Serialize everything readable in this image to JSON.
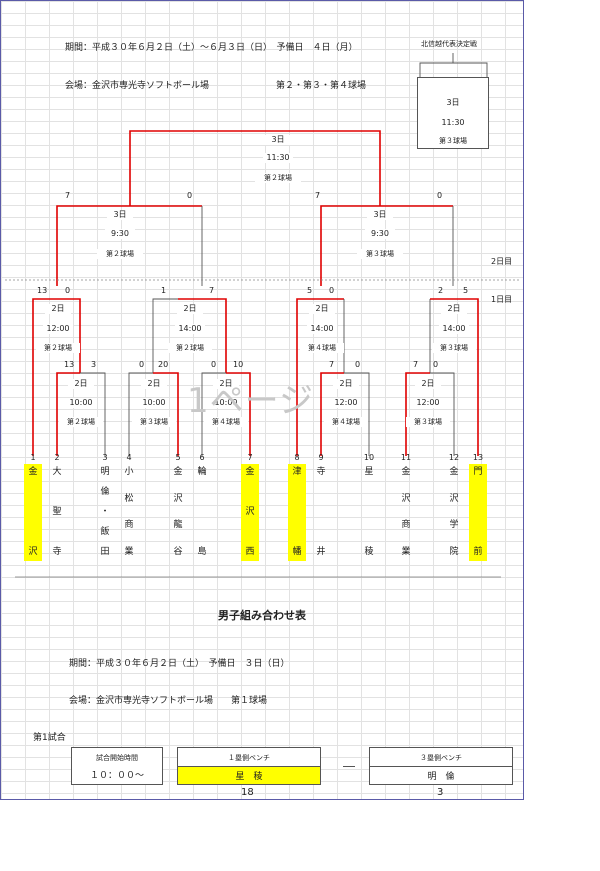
{
  "header": {
    "period": "期間：平成３０年６月２日（土）～６月３日（日）　予備日　４日（月）",
    "venue": "会場：金沢市専光寺ソフトボール場",
    "fields": "第２・第３・第４球場",
    "hokushin_title": "北信越代表決定戦"
  },
  "day_labels": {
    "day2": "2日目",
    "day1": "1日目"
  },
  "hokushin": {
    "date": "3日",
    "time": "11:30",
    "field": "第３球場"
  },
  "final": {
    "date": "3日",
    "time": "11:30",
    "field": "第２球場"
  },
  "semis": [
    {
      "date": "3日",
      "time": "9:30",
      "field": "第２球場",
      "score_left": "7",
      "score_right": "0"
    },
    {
      "date": "3日",
      "time": "9:30",
      "field": "第３球場",
      "score_left": "7",
      "score_right": "0"
    }
  ],
  "qf": [
    {
      "date": "2日",
      "time": "12:00",
      "field": "第２球場",
      "score_left": "13",
      "score_right": "0"
    },
    {
      "date": "2日",
      "time": "14:00",
      "field": "第２球場",
      "score_left": "1",
      "score_right": "7"
    },
    {
      "date": "2日",
      "time": "14:00",
      "field": "第４球場",
      "score_left": "5",
      "score_right": "0"
    },
    {
      "date": "2日",
      "time": "14:00",
      "field": "第３球場",
      "score_left": "2",
      "score_right": "5"
    }
  ],
  "r1": [
    {
      "date": "2日",
      "time": "10:00",
      "field": "第２球場",
      "score_left": "13",
      "score_right": "3"
    },
    {
      "date": "2日",
      "time": "10:00",
      "field": "第３球場",
      "score_left": "0",
      "score_right": "20"
    },
    {
      "date": "2日",
      "time": "10:00",
      "field": "第４球場",
      "score_left": "0",
      "score_right": "10"
    },
    {
      "date": "2日",
      "time": "12:00",
      "field": "第４球場",
      "score_left": "7",
      "score_right": "0"
    },
    {
      "date": "2日",
      "time": "12:00",
      "field": "第３球場",
      "score_left": "7",
      "score_right": "0"
    }
  ],
  "teams": [
    {
      "no": "1",
      "chars": [
        "金",
        "沢"
      ],
      "highlight": true
    },
    {
      "no": "2",
      "chars": [
        "大",
        "聖",
        "寺"
      ],
      "highlight": false
    },
    {
      "no": "3",
      "chars": [
        "明",
        "倫",
        "・",
        "飯",
        "田"
      ],
      "highlight": false
    },
    {
      "no": "4",
      "chars": [
        "小",
        "松",
        "商",
        "業"
      ],
      "highlight": false
    },
    {
      "no": "5",
      "chars": [
        "金",
        "沢",
        "龍",
        "谷"
      ],
      "highlight": false
    },
    {
      "no": "6",
      "chars": [
        "輪",
        "島"
      ],
      "highlight": false
    },
    {
      "no": "7",
      "chars": [
        "金",
        "沢",
        "西"
      ],
      "highlight": true
    },
    {
      "no": "8",
      "chars": [
        "津",
        "幡"
      ],
      "highlight": true
    },
    {
      "no": "9",
      "chars": [
        "寺",
        "井"
      ],
      "highlight": false
    },
    {
      "no": "10",
      "chars": [
        "星",
        "稜"
      ],
      "highlight": false
    },
    {
      "no": "11",
      "chars": [
        "金",
        "沢",
        "商",
        "業"
      ],
      "highlight": false
    },
    {
      "no": "12",
      "chars": [
        "金",
        "沢",
        "学",
        "院"
      ],
      "highlight": false
    },
    {
      "no": "13",
      "chars": [
        "門",
        "前"
      ],
      "highlight": true
    }
  ],
  "watermark": "1ページ",
  "section2": {
    "title": "男子組み合わせ表",
    "period": "期間：平成３０年６月２日（土）　予備日　３日（日）",
    "venue": "会場：金沢市専光寺ソフトボール場　　第１球場",
    "game_label": "第1試合",
    "start_time_header": "試合開始時間",
    "start_time": "１０：００～",
    "bench1_header": "１塁側ベンチ",
    "bench1_team": "星　稜",
    "bench3_header": "３塁側ベンチ",
    "bench3_team": "明　倫",
    "score1": "18",
    "score3": "3"
  },
  "colors": {
    "winner_line": "#e00000",
    "line": "#555555",
    "highlight": "#ffff00",
    "border": "#5a5aa8"
  }
}
